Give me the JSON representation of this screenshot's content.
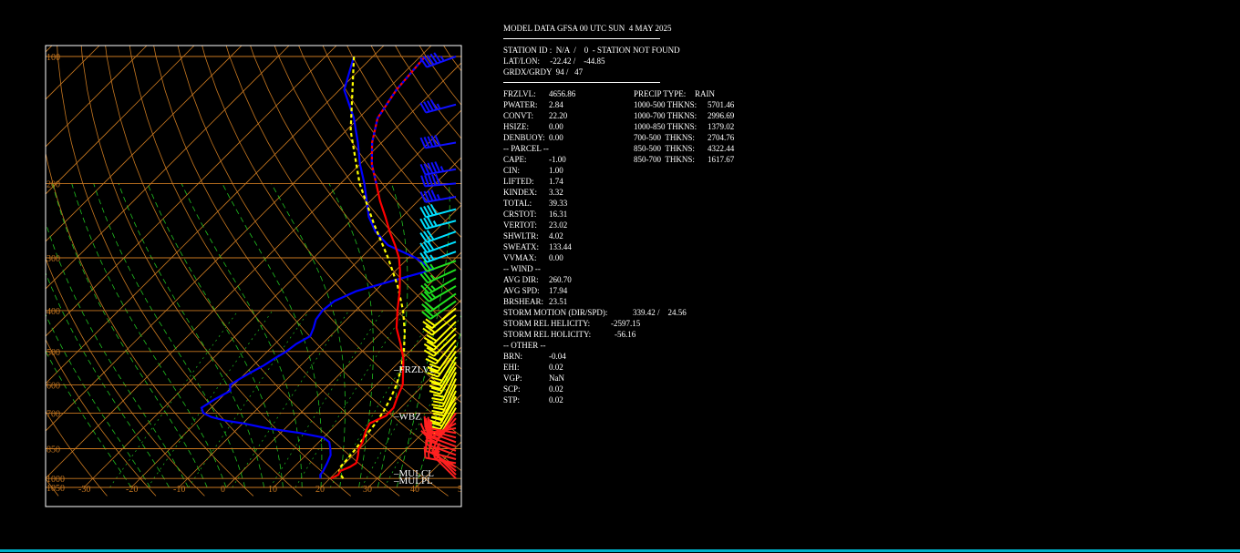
{
  "header": {
    "title": "MODEL DATA GFSA 00 UTC SUN  4 MAY 2025",
    "station": "STATION ID :  N/A  /    0  - STATION NOT FOUND",
    "latlon": "LAT/LON:     -22.42 /    -44.85",
    "grid": "GRDX/GRDY  94 /   47"
  },
  "indices_left": [
    {
      "label": "FRZLVL:",
      "value": "4656.86"
    },
    {
      "label": "PWATER:",
      "value": "2.84"
    },
    {
      "label": "CONVT:",
      "value": "22.20"
    },
    {
      "label": "HSIZE:",
      "value": "0.00"
    },
    {
      "label": "DENBUOY:",
      "value": "0.00"
    },
    {
      "label": "-- PARCEL --",
      "value": ""
    },
    {
      "label": "CAPE:",
      "value": "-1.00"
    },
    {
      "label": "CIN:",
      "value": "1.00"
    },
    {
      "label": "LIFTED:",
      "value": "1.74"
    },
    {
      "label": "KINDEX:",
      "value": "3.32"
    },
    {
      "label": "TOTAL:",
      "value": "39.33"
    },
    {
      "label": "CRSTOT:",
      "value": "16.31"
    },
    {
      "label": "VERTOT:",
      "value": "23.02"
    },
    {
      "label": "SHWLTR:",
      "value": "4.02"
    },
    {
      "label": "SWEATX:",
      "value": "133.44"
    },
    {
      "label": "VVMAX:",
      "value": "0.00"
    },
    {
      "label": "-- WIND --",
      "value": ""
    },
    {
      "label": "AVG DIR:",
      "value": "260.70"
    },
    {
      "label": "AVG SPD:",
      "value": "17.94"
    },
    {
      "label": "BRSHEAR:",
      "value": "23.51"
    },
    {
      "label": "STORM MOTION (DIR/SPD):",
      "value": "339.42 /    24.56"
    },
    {
      "label": "STORM REL HELICITY:",
      "value": "-2597.15"
    },
    {
      "label": "STORM REL HOLICITY:",
      "value": "-56.16"
    },
    {
      "label": "-- OTHER --",
      "value": ""
    },
    {
      "label": "BRN:",
      "value": "-0.04"
    },
    {
      "label": "EHI:",
      "value": "0.02"
    },
    {
      "label": "VGP:",
      "value": "NaN"
    },
    {
      "label": "SCP:",
      "value": "0.02"
    },
    {
      "label": "STP:",
      "value": "0.02"
    }
  ],
  "indices_right": [
    {
      "label": "PRECIP TYPE:",
      "value": "RAIN"
    },
    {
      "label": "1000-500 THKNS:",
      "value": "5701.46"
    },
    {
      "label": "1000-700 THKNS:",
      "value": "2996.69"
    },
    {
      "label": "1000-850 THKNS:",
      "value": "1379.02"
    },
    {
      "label": "700-500  THKNS:",
      "value": "2704.76"
    },
    {
      "label": "850-500  THKNS:",
      "value": "4322.44"
    },
    {
      "label": "850-700  THKNS:",
      "value": "1617.67"
    }
  ],
  "chart_data": {
    "type": "line",
    "title": "",
    "p_labels": [
      "100",
      "200",
      "300",
      "400",
      "500",
      "600",
      "700",
      "850",
      "1000",
      "1050"
    ],
    "p_ticks": [
      100,
      200,
      300,
      400,
      500,
      600,
      700,
      850,
      1000,
      1050
    ],
    "t_labels": [
      "-30",
      "-20",
      "-10",
      "0",
      "10",
      "20",
      "30",
      "40",
      "5"
    ],
    "t_ticks": [
      -30,
      -20,
      -10,
      0,
      10,
      20,
      30,
      40,
      50
    ],
    "xlim": [
      -40,
      50
    ],
    "ylim": [
      1050,
      100
    ],
    "y_scale": "log",
    "annotations": [
      {
        "text": "FRZLVL",
        "p": 550
      },
      {
        "text": "WBZ",
        "p": 710
      },
      {
        "text": "MULCL",
        "p": 970
      },
      {
        "text": "MULPL",
        "p": 1010
      }
    ],
    "colors": {
      "temperature": "#ff0000",
      "dewpoint": "#0000ff",
      "parcel": "#ffff00",
      "isotherm": "#c87820",
      "isobar": "#c87820",
      "dry_adiabat": "#c87820",
      "moist_adiabat": "#20c020",
      "mixing_ratio": "#20c020",
      "axis": "#ffffff"
    },
    "series": [
      {
        "points": [
          [
            1000,
            20.2
          ],
          [
            980,
            21.0
          ],
          [
            960,
            20.6
          ],
          [
            940,
            21.8
          ],
          [
            920,
            22.3
          ],
          [
            900,
            21.7
          ],
          [
            880,
            21.0
          ],
          [
            860,
            20.2
          ],
          [
            850,
            19.8
          ],
          [
            820,
            19.2
          ],
          [
            800,
            18.5
          ],
          [
            770,
            17.5
          ],
          [
            740,
            16.8
          ],
          [
            710,
            18.6
          ],
          [
            680,
            18.5
          ],
          [
            640,
            17.0
          ],
          [
            600,
            15.6
          ],
          [
            560,
            13.0
          ],
          [
            520,
            10.2
          ],
          [
            480,
            6.5
          ],
          [
            440,
            2.3
          ],
          [
            400,
            -1.2
          ],
          [
            360,
            -4.8
          ],
          [
            320,
            -9.3
          ],
          [
            300,
            -12.0
          ],
          [
            280,
            -15.5
          ],
          [
            260,
            -19.5
          ],
          [
            240,
            -23.5
          ],
          [
            220,
            -28.0
          ],
          [
            200,
            -32.5
          ],
          [
            180,
            -37.5
          ],
          [
            160,
            -42.0
          ],
          [
            140,
            -46.0
          ],
          [
            120,
            -48.0
          ],
          [
            100,
            -49.0
          ]
        ]
      },
      {
        "points": [
          [
            1000,
            18.0
          ],
          [
            980,
            17.2
          ],
          [
            960,
            17.0
          ],
          [
            920,
            16.2
          ],
          [
            880,
            15.2
          ],
          [
            850,
            13.8
          ],
          [
            820,
            12.2
          ],
          [
            800,
            10.0
          ],
          [
            780,
            4.0
          ],
          [
            760,
            -4.0
          ],
          [
            740,
            -10.0
          ],
          [
            730,
            -14.0
          ],
          [
            715,
            -18.0
          ],
          [
            700,
            -20.5
          ],
          [
            680,
            -22.0
          ],
          [
            650,
            -21.0
          ],
          [
            620,
            -19.5
          ],
          [
            600,
            -20.8
          ],
          [
            580,
            -20.0
          ],
          [
            560,
            -19.0
          ],
          [
            540,
            -17.8
          ],
          [
            520,
            -17.0
          ],
          [
            500,
            -16.0
          ],
          [
            480,
            -15.5
          ],
          [
            460,
            -14.2
          ],
          [
            440,
            -15.2
          ],
          [
            420,
            -16.5
          ],
          [
            400,
            -17.0
          ],
          [
            380,
            -16.5
          ],
          [
            360,
            -14.0
          ],
          [
            340,
            -8.5
          ],
          [
            320,
            -2.5
          ],
          [
            300,
            -8.5
          ],
          [
            280,
            -17.0
          ],
          [
            260,
            -22.5
          ],
          [
            240,
            -27.0
          ],
          [
            200,
            -35.0
          ],
          [
            180,
            -40.0
          ],
          [
            160,
            -45.0
          ],
          [
            140,
            -51.0
          ],
          [
            120,
            -59.0
          ],
          [
            100,
            -64.0
          ]
        ]
      },
      {
        "points": [
          [
            1000,
            22.8
          ],
          [
            980,
            21.5
          ],
          [
            960,
            20.4
          ],
          [
            940,
            19.8
          ],
          [
            900,
            19.6
          ],
          [
            850,
            19.2
          ],
          [
            800,
            18.6
          ],
          [
            750,
            18.1
          ],
          [
            700,
            17.3
          ],
          [
            650,
            16.0
          ],
          [
            600,
            14.3
          ],
          [
            550,
            11.9
          ],
          [
            500,
            8.8
          ],
          [
            450,
            4.9
          ],
          [
            400,
            0.0
          ],
          [
            350,
            -6.3
          ],
          [
            300,
            -14.3
          ],
          [
            250,
            -24.3
          ],
          [
            200,
            -36.0
          ],
          [
            150,
            -49.0
          ],
          [
            100,
            -64.0
          ]
        ]
      }
    ],
    "wind": [
      {
        "p": 100,
        "dir": 250,
        "spd": 55
      },
      {
        "p": 130,
        "dir": 255,
        "spd": 45
      },
      {
        "p": 160,
        "dir": 260,
        "spd": 50
      },
      {
        "p": 185,
        "dir": 260,
        "spd": 55
      },
      {
        "p": 200,
        "dir": 265,
        "spd": 50
      },
      {
        "p": 215,
        "dir": 260,
        "spd": 45
      },
      {
        "p": 230,
        "dir": 255,
        "spd": 40
      },
      {
        "p": 245,
        "dir": 255,
        "spd": 35
      },
      {
        "p": 260,
        "dir": 250,
        "spd": 30
      },
      {
        "p": 275,
        "dir": 250,
        "spd": 30
      },
      {
        "p": 290,
        "dir": 250,
        "spd": 25
      },
      {
        "p": 305,
        "dir": 250,
        "spd": 25
      },
      {
        "p": 320,
        "dir": 245,
        "spd": 25
      },
      {
        "p": 335,
        "dir": 240,
        "spd": 25
      },
      {
        "p": 350,
        "dir": 240,
        "spd": 25
      },
      {
        "p": 365,
        "dir": 235,
        "spd": 20
      },
      {
        "p": 380,
        "dir": 235,
        "spd": 20
      },
      {
        "p": 395,
        "dir": 230,
        "spd": 20
      },
      {
        "p": 410,
        "dir": 230,
        "spd": 20
      },
      {
        "p": 425,
        "dir": 225,
        "spd": 20
      },
      {
        "p": 440,
        "dir": 225,
        "spd": 20
      },
      {
        "p": 455,
        "dir": 225,
        "spd": 20
      },
      {
        "p": 470,
        "dir": 220,
        "spd": 20
      },
      {
        "p": 485,
        "dir": 215,
        "spd": 20
      },
      {
        "p": 500,
        "dir": 215,
        "spd": 20
      },
      {
        "p": 515,
        "dir": 210,
        "spd": 20
      },
      {
        "p": 530,
        "dir": 210,
        "spd": 20
      },
      {
        "p": 545,
        "dir": 210,
        "spd": 20
      },
      {
        "p": 560,
        "dir": 205,
        "spd": 20
      },
      {
        "p": 580,
        "dir": 205,
        "spd": 20
      },
      {
        "p": 600,
        "dir": 205,
        "spd": 20
      },
      {
        "p": 620,
        "dir": 205,
        "spd": 20
      },
      {
        "p": 640,
        "dir": 210,
        "spd": 20
      },
      {
        "p": 660,
        "dir": 210,
        "spd": 20
      },
      {
        "p": 680,
        "dir": 210,
        "spd": 15
      },
      {
        "p": 700,
        "dir": 215,
        "spd": 15
      },
      {
        "p": 720,
        "dir": 220,
        "spd": 15
      },
      {
        "p": 740,
        "dir": 240,
        "spd": 15
      },
      {
        "p": 760,
        "dir": 260,
        "spd": 15
      },
      {
        "p": 780,
        "dir": 280,
        "spd": 20
      },
      {
        "p": 800,
        "dir": 285,
        "spd": 20
      },
      {
        "p": 820,
        "dir": 290,
        "spd": 20
      },
      {
        "p": 840,
        "dir": 290,
        "spd": 20
      },
      {
        "p": 860,
        "dir": 290,
        "spd": 20
      },
      {
        "p": 880,
        "dir": 290,
        "spd": 20
      },
      {
        "p": 900,
        "dir": 285,
        "spd": 15
      },
      {
        "p": 920,
        "dir": 280,
        "spd": 15
      },
      {
        "p": 940,
        "dir": 300,
        "spd": 15
      },
      {
        "p": 960,
        "dir": 310,
        "spd": 15
      },
      {
        "p": 980,
        "dir": 315,
        "spd": 15
      },
      {
        "p": 1000,
        "dir": 315,
        "spd": 15
      }
    ]
  }
}
